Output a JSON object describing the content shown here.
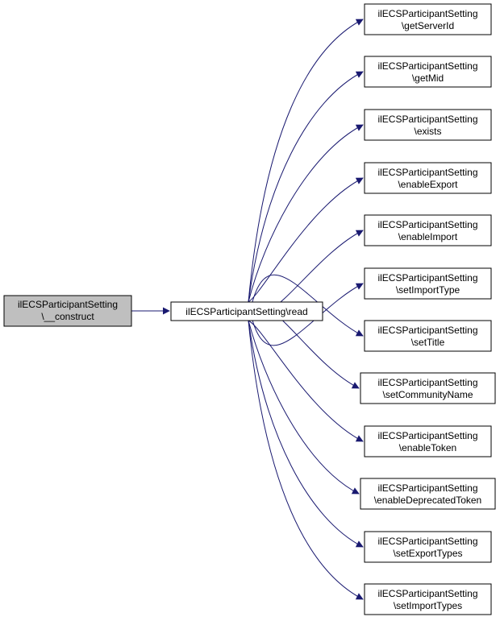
{
  "graph": {
    "root": {
      "line1": "ilECSParticipantSetting",
      "line2": "\\__construct"
    },
    "caller": {
      "label": "ilECSParticipantSetting\\read"
    },
    "callees": [
      {
        "line1": "ilECSParticipantSetting",
        "line2": "\\getServerId"
      },
      {
        "line1": "ilECSParticipantSetting",
        "line2": "\\getMid"
      },
      {
        "line1": "ilECSParticipantSetting",
        "line2": "\\exists"
      },
      {
        "line1": "ilECSParticipantSetting",
        "line2": "\\enableExport"
      },
      {
        "line1": "ilECSParticipantSetting",
        "line2": "\\enableImport"
      },
      {
        "line1": "ilECSParticipantSetting",
        "line2": "\\setImportType"
      },
      {
        "line1": "ilECSParticipantSetting",
        "line2": "\\setTitle"
      },
      {
        "line1": "ilECSParticipantSetting",
        "line2": "\\setCommunityName"
      },
      {
        "line1": "ilECSParticipantSetting",
        "line2": "\\enableToken"
      },
      {
        "line1": "ilECSParticipantSetting",
        "line2": "\\enableDeprecatedToken"
      },
      {
        "line1": "ilECSParticipantSetting",
        "line2": "\\setExportTypes"
      },
      {
        "line1": "ilECSParticipantSetting",
        "line2": "\\setImportTypes"
      }
    ],
    "colors": {
      "edge": "#191970",
      "root_fill": "#bfbfbf",
      "node_fill": "#ffffff",
      "border": "#000000"
    }
  }
}
